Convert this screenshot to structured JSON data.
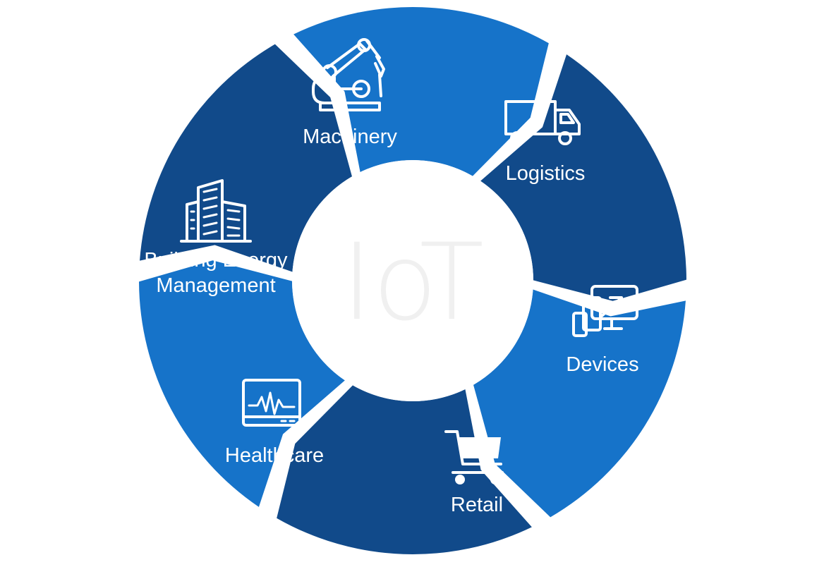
{
  "center": {
    "title": "IoT"
  },
  "colors": {
    "dark": "#114a8a",
    "light": "#1673c9",
    "center_text": "#f0f0f0",
    "background": "#ffffff"
  },
  "segments": [
    {
      "label_lines": [
        "Machinery"
      ],
      "icon": "robot-arm-icon",
      "shade": "light"
    },
    {
      "label_lines": [
        "Logistics"
      ],
      "icon": "truck-icon",
      "shade": "dark"
    },
    {
      "label_lines": [
        "Devices"
      ],
      "icon": "devices-icon",
      "shade": "light"
    },
    {
      "label_lines": [
        "Retail"
      ],
      "icon": "shopping-cart-icon",
      "shade": "dark"
    },
    {
      "label_lines": [
        "Healthcare"
      ],
      "icon": "heart-monitor-icon",
      "shade": "light"
    },
    {
      "label_lines": [
        "Building Energy",
        "Management"
      ],
      "icon": "buildings-icon",
      "shade": "dark"
    }
  ]
}
